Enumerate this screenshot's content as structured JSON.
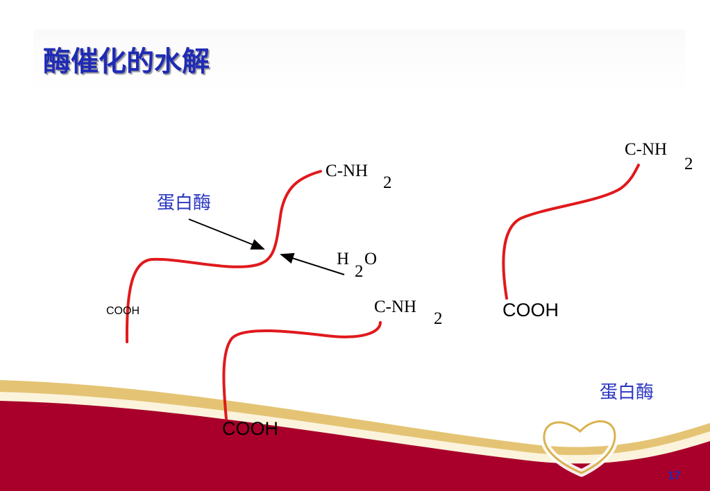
{
  "slide": {
    "title": "酶催化的水解",
    "page_number": "17"
  },
  "labels": {
    "enzyme_left": "蛋白酶",
    "enzyme_right": "蛋白酶",
    "amine_1": "C-NH",
    "amine_1_sub": "2",
    "amine_2": "C-NH",
    "amine_2_sub": "2",
    "amine_3": "C-NH",
    "amine_3_sub": "2",
    "water_h": "H",
    "water_sub": "2",
    "water_o": "O",
    "cooh_left": "COOH",
    "cooh_middle": "COOH",
    "cooh_right": "COOH"
  },
  "colors": {
    "chain": "#e0191c",
    "title": "#1f2bb5",
    "enzyme_text": "#2a35c0",
    "banner": "#a8002a",
    "gold": "#d9b24f"
  }
}
